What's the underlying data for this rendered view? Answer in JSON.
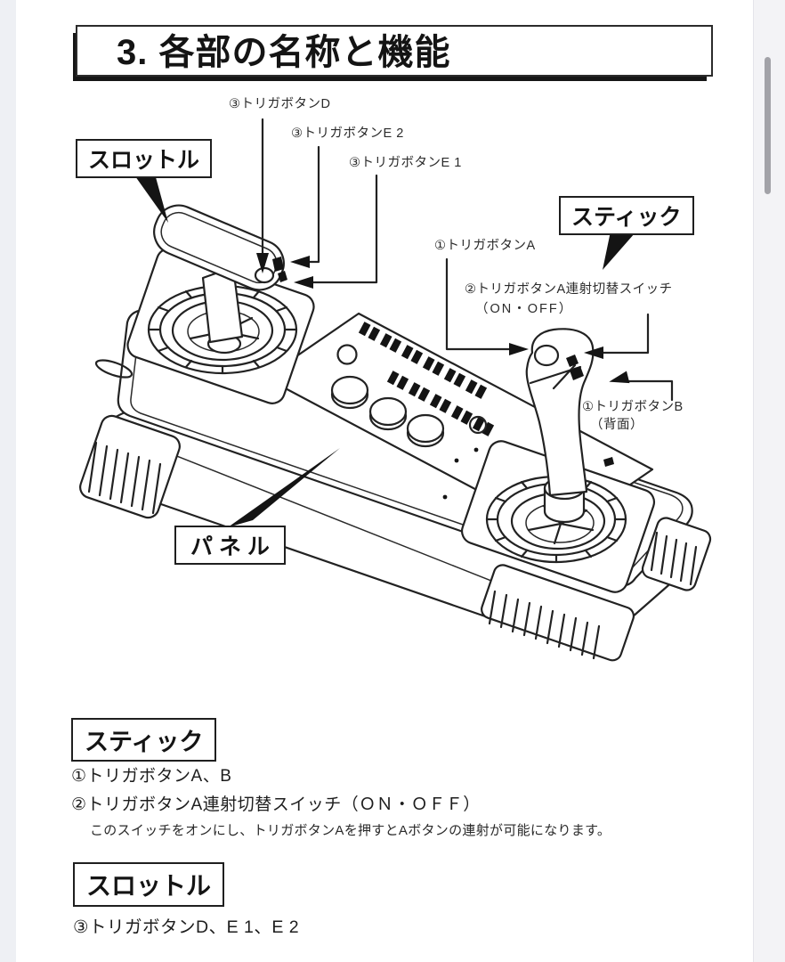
{
  "title": "3. 各部の名称と機能",
  "diagram": {
    "throttle_label": "スロットル",
    "stick_label": "スティック",
    "panel_label": "パ ネ ル",
    "callouts": {
      "trigger_d": "③トリガボタンD",
      "trigger_e2": "③トリガボタンE 2",
      "trigger_e1": "③トリガボタンE 1",
      "trigger_a": "①トリガボタンA",
      "rapid_switch_line1": "②トリガボタンA連射切替スイッチ",
      "rapid_switch_line2": "（ON・OFF）",
      "trigger_b_line1": "①トリガボタンB",
      "trigger_b_line2": "（背面）"
    }
  },
  "stick_section": {
    "heading": "スティック",
    "item1": "①トリガボタンA、B",
    "item2": "②トリガボタンA連射切替スイッチ（ＯＮ・ＯＦＦ）",
    "note": "このスイッチをオンにし、トリガボタンAを押すとAボタンの連射が可能になります。"
  },
  "throttle_section": {
    "heading": "スロットル",
    "item1": "③トリガボタンD、E 1、E 2"
  }
}
